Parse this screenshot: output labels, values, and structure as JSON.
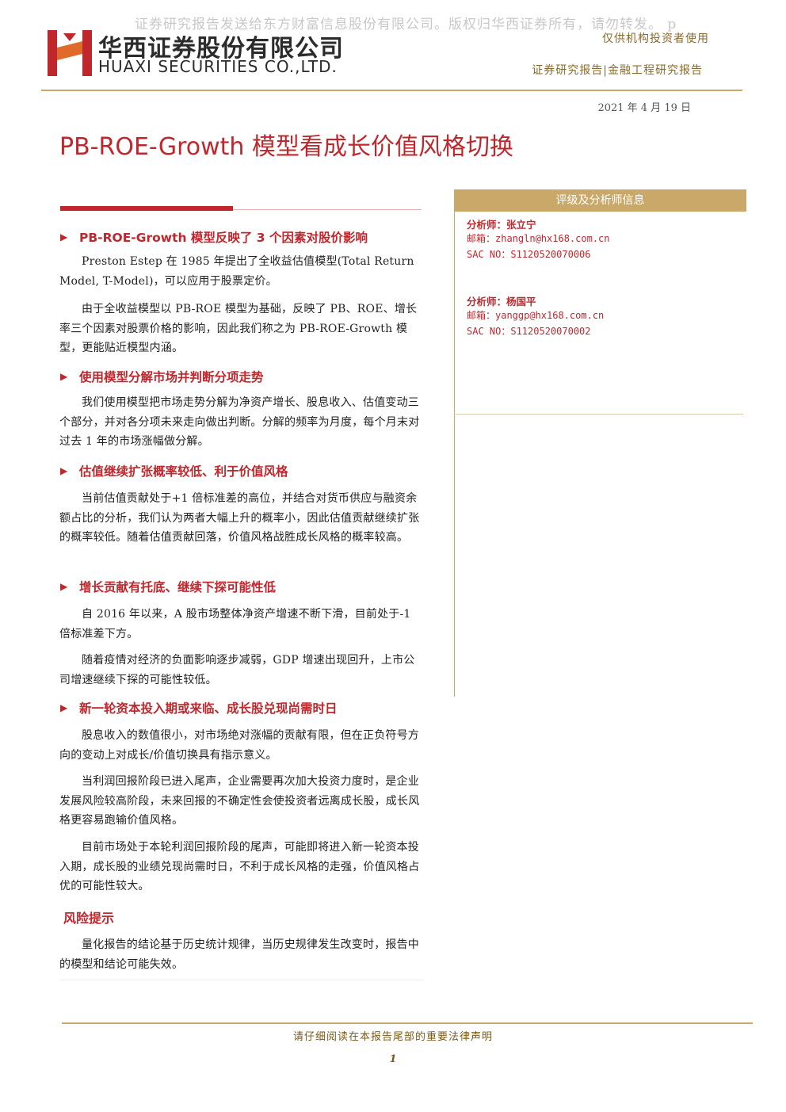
{
  "header": {
    "watermark": "证券研究报告发送给东方财富信息股份有限公司。版权归华西证券所有，请勿转发。 p",
    "company_cn": "华西证券股份有限公司",
    "company_en": "HUAXI SECURITIES CO.,LTD.",
    "audience": "仅供机构投资者使用",
    "report_type": "证券研究报告|金融工程研究报告",
    "date": "2021 年 4 月 19 日",
    "brand_color": "#c0272d",
    "accent_color": "#c9a86a"
  },
  "title": "PB-ROE-Growth 模型看成长价值风格切换",
  "sections": [
    {
      "heading": "PB-ROE-Growth 模型反映了 3 个因素对股价影响",
      "paragraphs": [
        "Preston Estep 在 1985 年提出了全收益估值模型(Total Return Model, T-Model)，可以应用于股票定价。",
        "由于全收益模型以 PB-ROE 模型为基础，反映了 PB、ROE、增长率三个因素对股票价格的影响，因此我们称之为 PB-ROE-Growth 模型，更能贴近模型内涵。"
      ]
    },
    {
      "heading": "使用模型分解市场并判断分项走势",
      "paragraphs": [
        "我们使用模型把市场走势分解为净资产增长、股息收入、估值变动三个部分，并对各分项未来走向做出判断。分解的频率为月度，每个月末对过去 1 年的市场涨幅做分解。"
      ]
    },
    {
      "heading": "估值继续扩张概率较低、利于价值风格",
      "paragraphs": [
        "当前估值贡献处于+1 倍标准差的高位，并结合对货币供应与融资余额占比的分析，我们认为两者大幅上升的概率小，因此估值贡献继续扩张的概率较低。随着估值贡献回落，价值风格战胜成长风格的概率较高。"
      ]
    },
    {
      "heading": "增长贡献有托底、继续下探可能性低",
      "paragraphs": [
        "自 2016 年以来，A 股市场整体净资产增速不断下滑，目前处于-1 倍标准差下方。",
        "随着疫情对经济的负面影响逐步减弱，GDP 增速出现回升，上市公司增速继续下探的可能性较低。"
      ]
    },
    {
      "heading": "新一轮资本投入期或来临、成长股兑现尚需时日",
      "paragraphs": [
        "股息收入的数值很小，对市场绝对涨幅的贡献有限，但在正负符号方向的变动上对成长/价值切换具有指示意义。",
        "当利润回报阶段已进入尾声，企业需要再次加大投资力度时，是企业发展风险较高阶段，未来回报的不确定性会使投资者远离成长股，成长风格更容易跑输价值风格。",
        "目前市场处于本轮利润回报阶段的尾声，可能即将进入新一轮资本投入期，成长股的业绩兑现尚需时日，不利于成长风格的走强，价值风格占优的可能性较大。"
      ]
    }
  ],
  "risk": {
    "heading": "风险提示",
    "paragraph": "量化报告的结论基于历史统计规律，当历史规律发生改变时，报告中的模型和结论可能失效。"
  },
  "sidebar": {
    "heading": "评级及分析师信息",
    "analysts": [
      {
        "name": "分析师：张立宁",
        "email": "邮箱：zhangln@hx168.com.cn",
        "sac": "SAC NO：S1120520070006"
      },
      {
        "name": "分析师：杨国平",
        "email": "邮箱：yanggp@hx168.com.cn",
        "sac": "SAC NO：S1120520070002"
      }
    ]
  },
  "footer": {
    "note": "请仔细阅读在本报告尾部的重要法律声明",
    "page": "1"
  }
}
